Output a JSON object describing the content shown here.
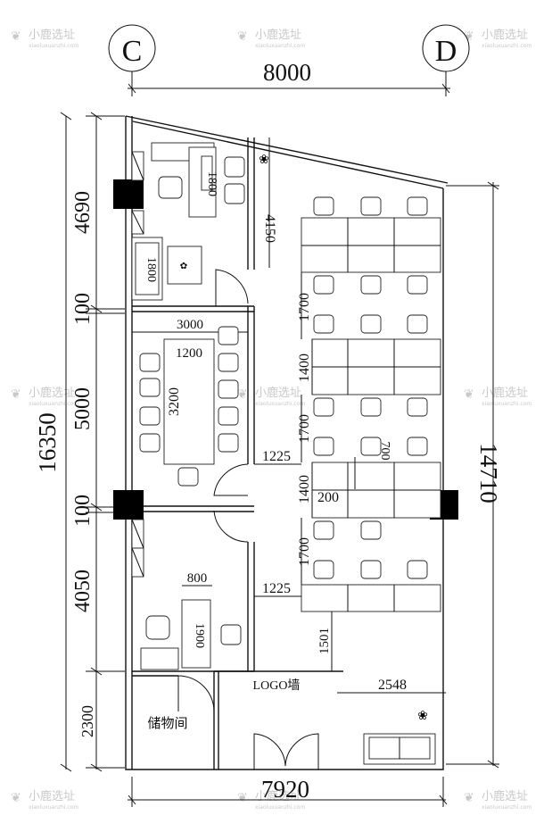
{
  "watermark": {
    "brand": "小鹿选址",
    "site": "xiaoluxuanzhi.com"
  },
  "grid_axes": {
    "left": "C",
    "right": "D"
  },
  "dimensions": {
    "top_width": "8000",
    "bottom_width": "7920",
    "total_height": "16350",
    "right_height": "14710",
    "left_segments": [
      "4690",
      "100",
      "5000",
      "100",
      "4050",
      "2300"
    ],
    "office_desk": "1800",
    "office_sofa": "1800",
    "office_height": "4150",
    "meeting_room_width": "3000",
    "meeting_table_width": "1200",
    "meeting_table_length": "3200",
    "workstation_rows": [
      "1700",
      "1400",
      "1700",
      "1400",
      "1700"
    ],
    "small_desk_width": "200",
    "small_desk_depth": "700",
    "corridor_upper": "1225",
    "corridor_lower": "1225",
    "small_office_width": "800",
    "small_office_desk": "1900",
    "passage": "1501",
    "reception_width": "2548"
  },
  "labels": {
    "logo_wall": "LOGO墙",
    "storage": "储物间"
  }
}
